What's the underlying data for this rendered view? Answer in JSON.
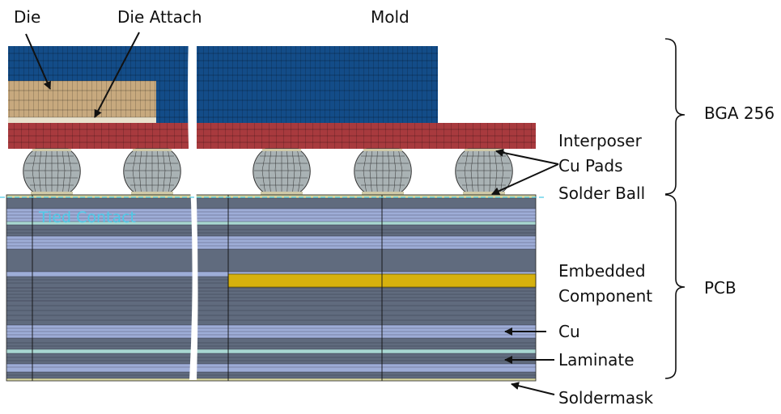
{
  "labels": {
    "die": "Die",
    "die_attach": "Die Attach",
    "mold": "Mold",
    "bga": "BGA 256",
    "interposer": "Interposer",
    "cu_pads": "Cu Pads",
    "solder_ball": "Solder Ball",
    "tied_contact": "Tied Contact",
    "embedded_line1": "Embedded",
    "embedded_line2": "Component",
    "pcb": "PCB",
    "cu": "Cu",
    "laminate": "Laminate",
    "soldermask": "Soldermask"
  },
  "colors": {
    "mold": "#134c88",
    "die_attach": "#c7a97e",
    "interposer": "#a83a3e",
    "solder_ball": "#a9b2b4",
    "pcb_cu": "#9eadd7",
    "pcb_laminate": "#606b7e",
    "embedded_component": "#d6b10e",
    "tied_contact": "#4ec9e6",
    "soldermask": "#d8d7a0",
    "mesh": "#111111"
  }
}
